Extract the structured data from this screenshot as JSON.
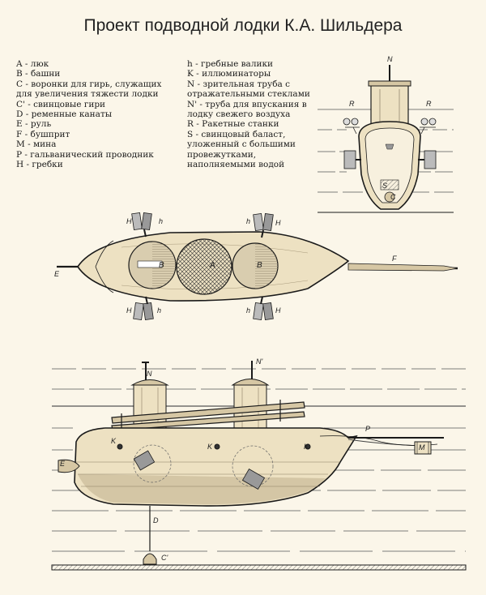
{
  "title": "Проект подводной лодки К.А. Шильдера",
  "legend_left": [
    "A - люк",
    "B - башни",
    "C - воронки для гирь, служащих",
    "для увеличения тяжести лодки",
    "C' - свинцовые гири",
    "D - ременные канаты",
    "E - руль",
    "F - бушприт",
    "M - мина",
    "P - гальванический проводник",
    "H - гребки"
  ],
  "legend_right": [
    "h - гребные валики",
    "K - иллюминаторы",
    "N - зрительная труба с",
    "отражательными стеклами",
    "N' - труба для впускания в",
    "лодку свежего воздуха",
    "R - Ракетные станки",
    "S - свинцовый баласт,",
    "уложенный с большими",
    "провежутками,",
    "наполняемыми водой"
  ],
  "labels": {
    "N": "N",
    "R": "R",
    "S": "S",
    "C": "C",
    "H": "H",
    "h": "h",
    "A": "A",
    "B": "B",
    "E": "E",
    "F": "F",
    "Nprime": "N'",
    "K": "K",
    "P": "P",
    "M": "M",
    "D": "D",
    "Cprime": "C'"
  },
  "colors": {
    "paper": "#fbf6e9",
    "hull": "#ede1c2",
    "hull_shadow": "#cdbf9e",
    "ink": "#1a1a1a"
  }
}
